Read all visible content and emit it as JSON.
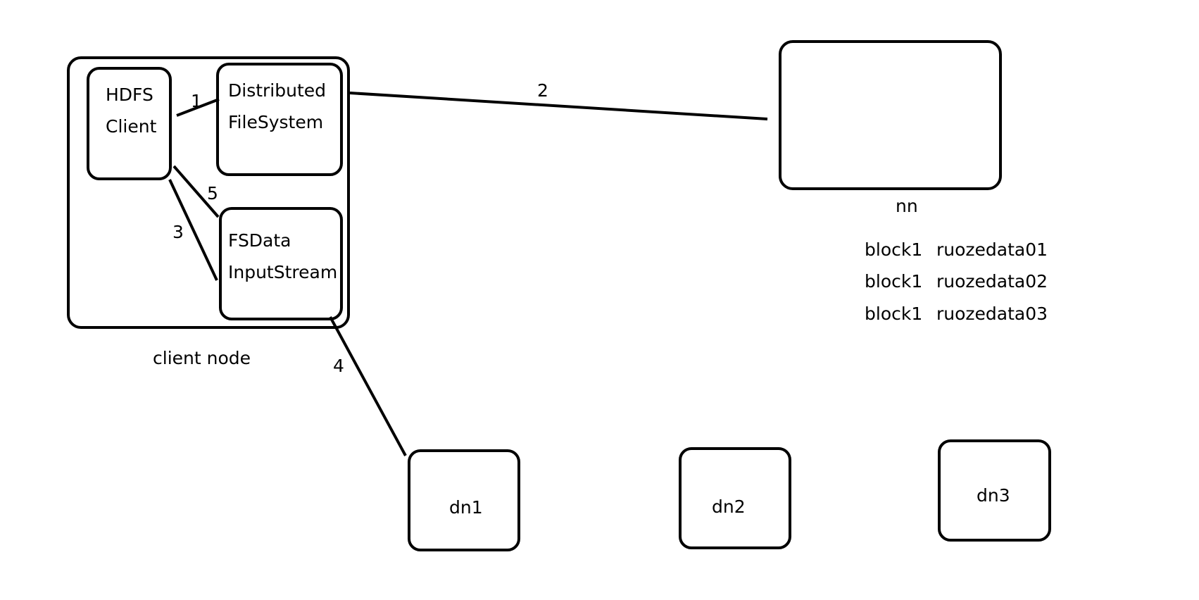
{
  "colors": {
    "stroke": "#000000",
    "background": "#ffffff"
  },
  "client_node": {
    "label": "client node",
    "hdfs_client": {
      "line1": "HDFS",
      "line2": "Client"
    },
    "distributed_fs": {
      "line1": "Distributed",
      "line2": "FileSystem"
    },
    "input_stream": {
      "line1": "FSData",
      "line2": "InputStream"
    }
  },
  "namenode": {
    "label": "nn",
    "block_map": [
      {
        "block": "block1",
        "host": "ruozedata01"
      },
      {
        "block": "block1",
        "host": "ruozedata02"
      },
      {
        "block": "block1",
        "host": "ruozedata03"
      }
    ]
  },
  "datanodes": [
    {
      "label": "dn1"
    },
    {
      "label": "dn2"
    },
    {
      "label": "dn3"
    }
  ],
  "steps": {
    "s1": "1",
    "s2": "2",
    "s3": "3",
    "s4": "4",
    "s5": "5"
  }
}
